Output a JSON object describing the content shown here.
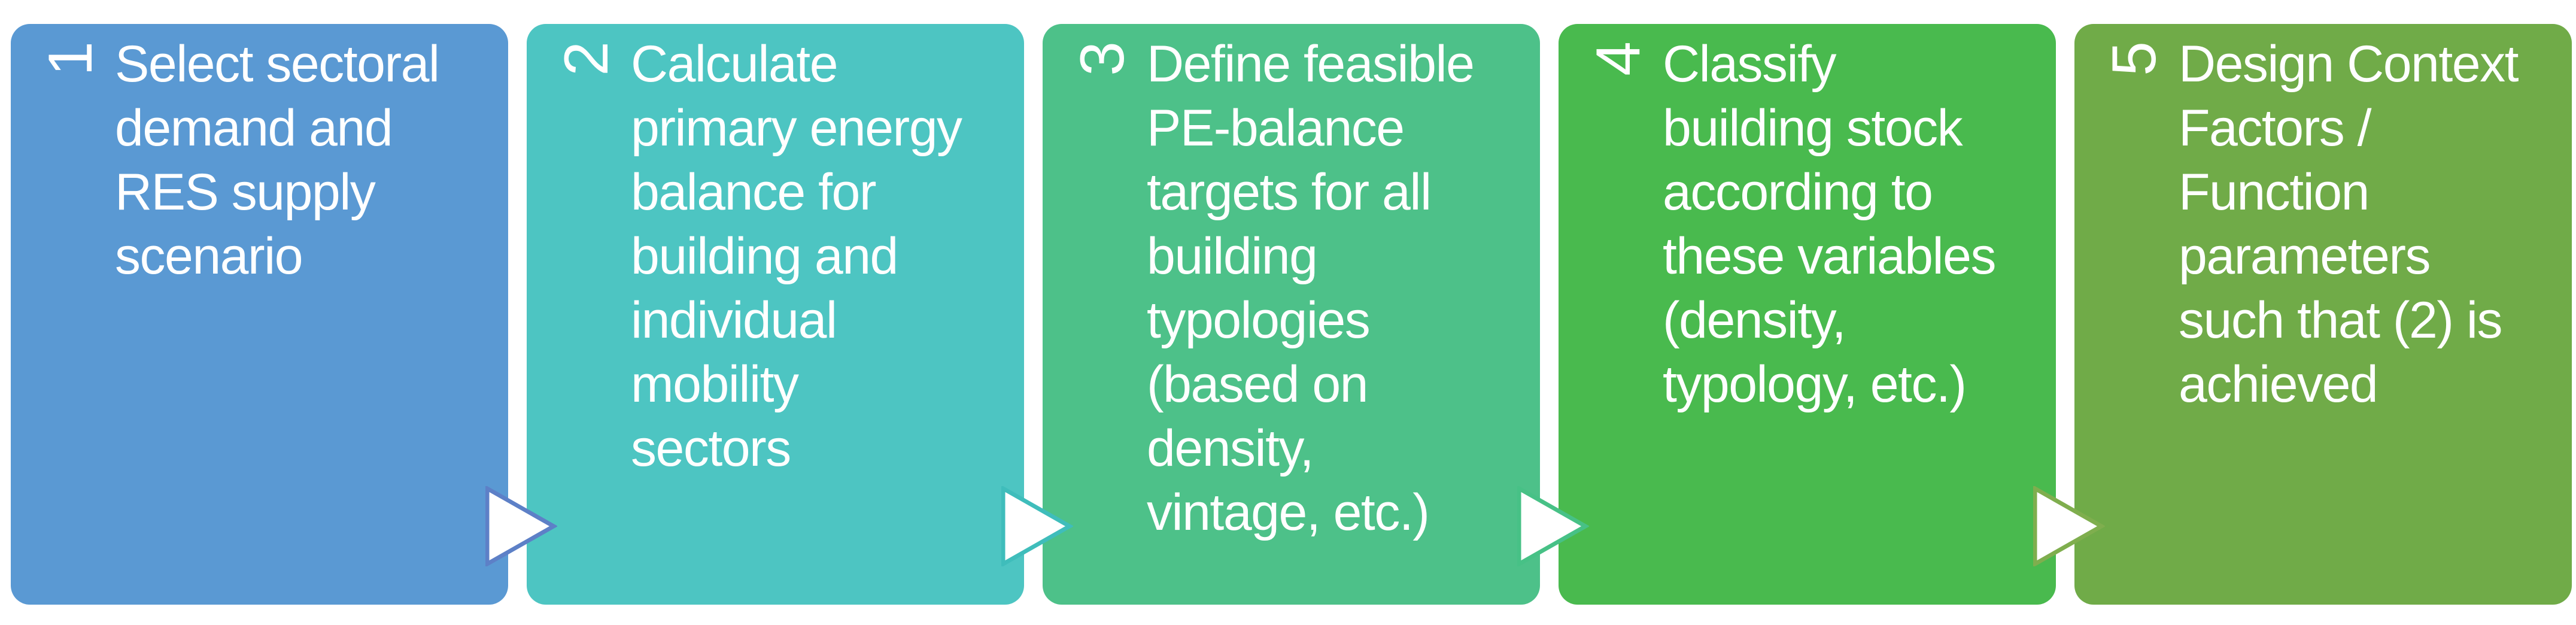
{
  "diagram": {
    "background_color": "#ffffff",
    "text_color": "#ffffff",
    "steps": [
      {
        "number": "1",
        "label": "Select sectoral\ndemand and\nRES supply\nscenario",
        "color": "#5a99d3"
      },
      {
        "number": "2",
        "label": "Calculate\nprimary energy\nbalance for\nbuilding and\nindividual\nmobility\nsectors",
        "color": "#4dc5c2"
      },
      {
        "number": "3",
        "label": "Define feasible\nPE-balance\ntargets for all\nbuilding\ntypologies\n(based on\ndensity,\nvintage, etc.)",
        "color": "#4dc189"
      },
      {
        "number": "4",
        "label": "Classify\nbuilding stock\naccording to\nthese variables\n(density,\ntypology, etc.)",
        "color": "#49ba4e"
      },
      {
        "number": "5",
        "label": "Design Context\nFactors /\nFunction\nparameters\nsuch that (2) is\nachieved",
        "color": "#70ab48"
      }
    ],
    "arrows": [
      {
        "fill": "#ffffff",
        "border": "#5d80c7"
      },
      {
        "fill": "#ffffff",
        "border": "#3fbdbb"
      },
      {
        "fill": "#ffffff",
        "border": "#47c186"
      },
      {
        "fill": "#ffffff",
        "border": "#7fae4e"
      }
    ]
  }
}
